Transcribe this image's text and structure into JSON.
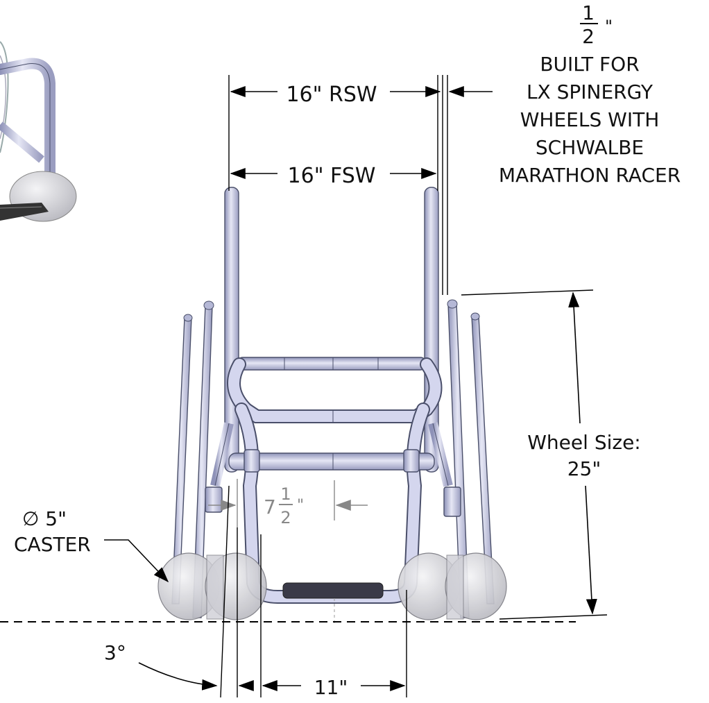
{
  "drawing": {
    "rsw_label": "16\" RSW",
    "fsw_label": "16\" FSW",
    "half_inch": {
      "numerator": "1",
      "denominator": "2",
      "unit": "\""
    },
    "built_for_lines": [
      "BUILT FOR",
      "LX SPINERGY",
      "WHEELS WITH",
      "SCHWALBE",
      "MARATHON RACER"
    ],
    "wheel_size_lines": [
      "Wheel Size:",
      "25\""
    ],
    "caster_lines": [
      "∅ 5\"",
      "CASTER"
    ],
    "offset_dim": {
      "whole": "7",
      "numerator": "1",
      "denominator": "2",
      "unit": "\""
    },
    "camber_label": "3°",
    "footrest_width_label": "11\""
  },
  "colors": {
    "tube": "#c9cbe6",
    "tube_edge": "#4a4f6a",
    "caster": "#dcdce0",
    "line": "#000000",
    "gray_dim": "#888888"
  }
}
